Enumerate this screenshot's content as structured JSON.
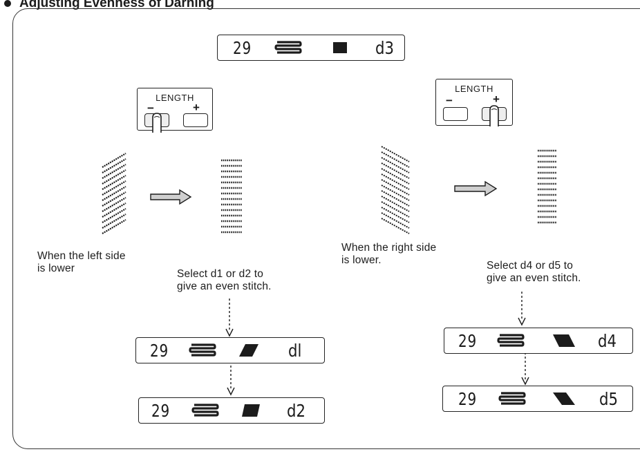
{
  "section": {
    "bullet_icon": "filled-circle",
    "title": "Adjusting Evenness of Darning"
  },
  "top_display": {
    "number": "29",
    "stitch_icon": "darning-zigzag-icon",
    "pattern_icon": "square-block-icon",
    "code": "d3"
  },
  "left": {
    "panel": {
      "title": "LENGTH",
      "minus": "−",
      "plus": "+",
      "pressed": "minus"
    },
    "caption": [
      "When the left side",
      "is lower"
    ],
    "instruction": [
      "Select d1 or d2 to",
      "give an even stitch."
    ],
    "displays": [
      {
        "number": "29",
        "stitch_icon": "darning-zigzag-icon",
        "pattern_icon": "parallelogram-right-slant-icon",
        "code": "dl"
      },
      {
        "number": "29",
        "stitch_icon": "darning-zigzag-icon",
        "pattern_icon": "parallelogram-slight-slant-icon",
        "code": "d2"
      }
    ]
  },
  "right": {
    "panel": {
      "title": "LENGTH",
      "minus": "−",
      "plus": "+",
      "pressed": "plus"
    },
    "caption": [
      "When the right side",
      "is lower."
    ],
    "instruction": [
      "Select d4 or d5 to",
      "give an even stitch."
    ],
    "displays": [
      {
        "number": "29",
        "stitch_icon": "darning-zigzag-icon",
        "pattern_icon": "parallelogram-left-slant-icon",
        "code": "d4"
      },
      {
        "number": "29",
        "stitch_icon": "darning-zigzag-icon",
        "pattern_icon": "parallelogram-steep-left-icon",
        "code": "d5"
      }
    ]
  },
  "colors": {
    "ink": "#1c1c1c",
    "arrow_fill": "#cfcfcf"
  }
}
